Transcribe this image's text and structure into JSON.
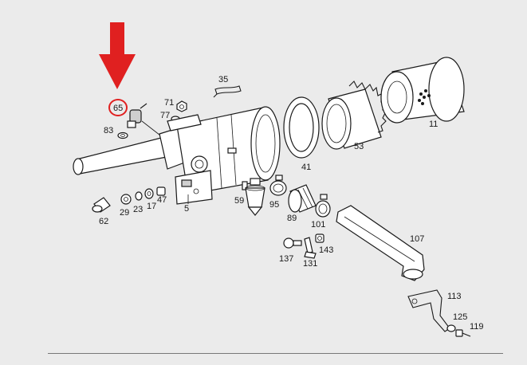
{
  "diagram": {
    "highlight_color": "#e02020",
    "highlighted_part": "65",
    "part_labels": {
      "p35": "35",
      "p71": "71",
      "p65": "65",
      "p77": "77",
      "p83": "83",
      "p11": "11",
      "p53": "53",
      "p41": "41",
      "p59": "59",
      "p95": "95",
      "p89": "89",
      "p101": "101",
      "p107": "107",
      "p62": "62",
      "p29": "29",
      "p23": "23",
      "p17": "17",
      "p47": "47",
      "p5": "5",
      "p137": "137",
      "p131": "131",
      "p143": "143",
      "p113": "113",
      "p125": "125",
      "p119": "119"
    }
  }
}
